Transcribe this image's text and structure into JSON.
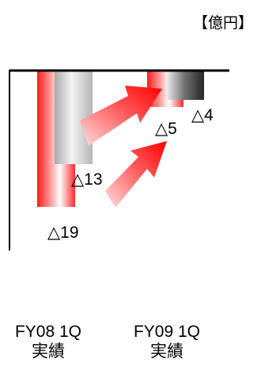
{
  "unit_label": "【億円】",
  "chart_data": {
    "type": "bar",
    "ylim": [
      -22,
      0
    ],
    "categories": [
      {
        "line1": "FY08 1Q",
        "line2": "実績"
      },
      {
        "line1": "FY09 1Q",
        "line2": "実績"
      }
    ],
    "series": [
      {
        "values": [
          -19,
          -5
        ],
        "labels": [
          "△19",
          "△5"
        ],
        "color": "#ff0000"
      },
      {
        "values": [
          -13,
          -4
        ],
        "labels": [
          "△13",
          "△4"
        ],
        "color": "#808080"
      }
    ]
  }
}
